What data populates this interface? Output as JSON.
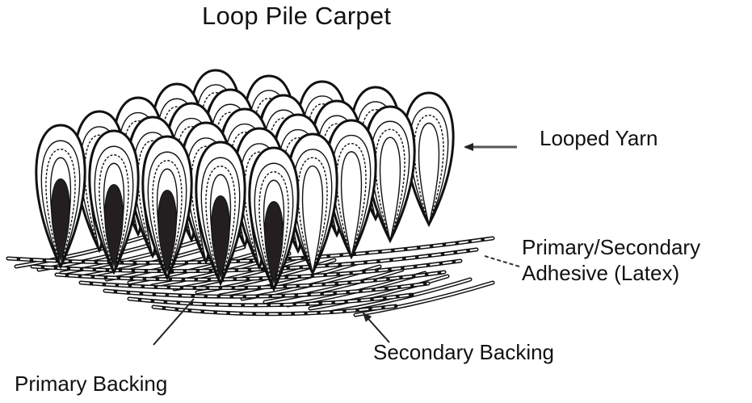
{
  "diagram": {
    "title": "Loop Pile Carpet",
    "labels": {
      "looped_yarn": "Looped Yarn",
      "adhesive_line1": "Primary/Secondary",
      "adhesive_line2": "Adhesive (Latex)",
      "secondary_backing": "Secondary Backing",
      "primary_backing": "Primary Backing"
    },
    "colors": {
      "ink": "#111111",
      "background": "#ffffff",
      "loop_core": "#231f20",
      "arrow": "#333333"
    },
    "front_loop_count": 5,
    "loop_rows": 5
  }
}
